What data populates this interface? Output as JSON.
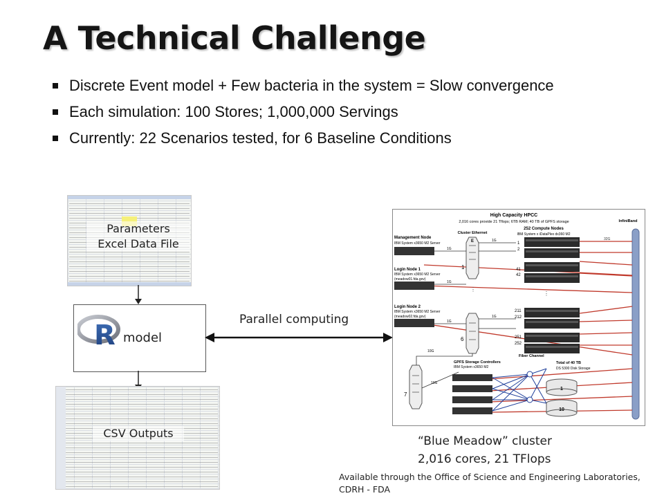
{
  "title": "A Technical Challenge",
  "bullets": [
    "Discrete Event model + Few bacteria in the system = Slow convergence",
    "Each simulation: 100 Stores; 1,000,000 Servings",
    "Currently: 22 Scenarios tested, for 6 Baseline Conditions"
  ],
  "input_file": {
    "line1": "Parameters",
    "line2": "Excel Data File"
  },
  "model": {
    "label": "model",
    "logo_letter": "R"
  },
  "output_file": {
    "label": "CSV Outputs"
  },
  "arrow_label": "Parallel computing",
  "cluster_caption": {
    "line1": "“Blue Meadow” cluster",
    "line2": "2,016 cores, 21 TFlops"
  },
  "footnote": "Available through the Office of Science and Engineering Laboratories, CDRH - FDA",
  "cluster_diagram": {
    "header_title": "High Capacity HPCC",
    "header_sub": "2,016 cores provide 21 Tflops; 6TB RAM; 40 TB of GPFS storage",
    "compute_title": "252 Compute Nodes",
    "compute_sub": "IBM System x iDataPlex dx360 M2",
    "infiniband": "InfiniBand",
    "ethernet": "Cluster Ethernet",
    "switch_letter": "E",
    "mgmt_title": "Management Node",
    "mgmt_sub": "IBM System x3650 M2 Server",
    "login1_title": "Login Node 1",
    "login1_sub": "IBM System x3650 M2 Server",
    "login1_host": "(meadow01.fda.gov)",
    "login2_title": "Login Node 2",
    "login2_sub": "IBM System x3650 M2 Server",
    "login2_host": "(meadow02.fda.gov)",
    "gpfs_title": "GPFS Storage Controllers",
    "gpfs_sub": "IBM System x3650 M2",
    "fiber": "Fiber Channel",
    "storage_title": "Total of 40 TB",
    "storage_sub": "DS 5300 Disk Storage",
    "link_1g": "1G",
    "link_10g": "10G",
    "link_32g": "32G",
    "switch_nums": [
      "1",
      "6",
      "7"
    ],
    "node_nums_top": [
      "1",
      "2",
      "41",
      "42"
    ],
    "node_nums_bottom": [
      "211",
      "212",
      "251",
      "252"
    ],
    "storage_nums": [
      "1",
      "10"
    ]
  },
  "colors": {
    "cable_red": "#c0392b",
    "cable_blue": "#1f3f9a",
    "infiniband_bar": "#8a9fc7"
  }
}
